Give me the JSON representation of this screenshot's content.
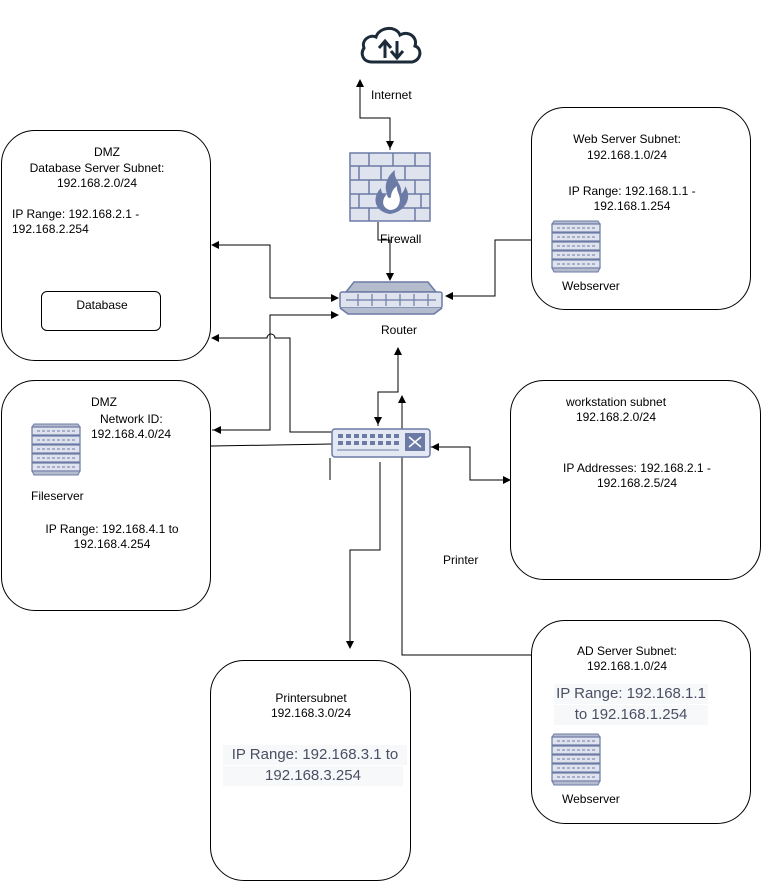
{
  "internet": {
    "label": "Internet"
  },
  "firewall": {
    "label": "Firewall"
  },
  "router": {
    "label": "Router"
  },
  "printer_label": "Printer",
  "dmz_db": {
    "title": "DMZ",
    "subnet": "Database Server Subnet:",
    "network": "192.168.2.0/24",
    "range_l1": "IP Range: 192.168.2.1 -",
    "range_l2": "192.168.2.254",
    "db_label": "Database"
  },
  "web_subnet": {
    "title": "Web Server Subnet:",
    "network": "192.168.1.0/24",
    "range_l1": "IP Range: 192.168.1.1 -",
    "range_l2": "192.168.1.254",
    "server_label": "Webserver"
  },
  "dmz_file": {
    "title": "DMZ",
    "netid": "Network ID:",
    "network": "192.168.4.0/24",
    "server_label": "Fileserver",
    "range_l1": "IP Range: 192.168.4.1 to",
    "range_l2": "192.168.4.254"
  },
  "workstation": {
    "title": "workstation subnet",
    "network": "192.168.2.0/24",
    "range_l1": "IP Addresses: 192.168.2.1 -",
    "range_l2": "192.168.2.5/24"
  },
  "ad_subnet": {
    "title": "AD Server Subnet:",
    "network": "192.168.1.0/24",
    "range_l1": "IP Range: 192.168.1.1",
    "range_l2": "to 192.168.1.254",
    "server_label": "Webserver"
  },
  "printer_subnet": {
    "title": "Printersubnet",
    "network": "192.168.3.0/24",
    "range_l1": "IP Range: 192.168.3.1 to",
    "range_l2": "192.168.3.254"
  },
  "colors": {
    "device_fill": "#dfe3ee",
    "device_stroke": "#6c7aa6",
    "flame": "#ffffff"
  }
}
